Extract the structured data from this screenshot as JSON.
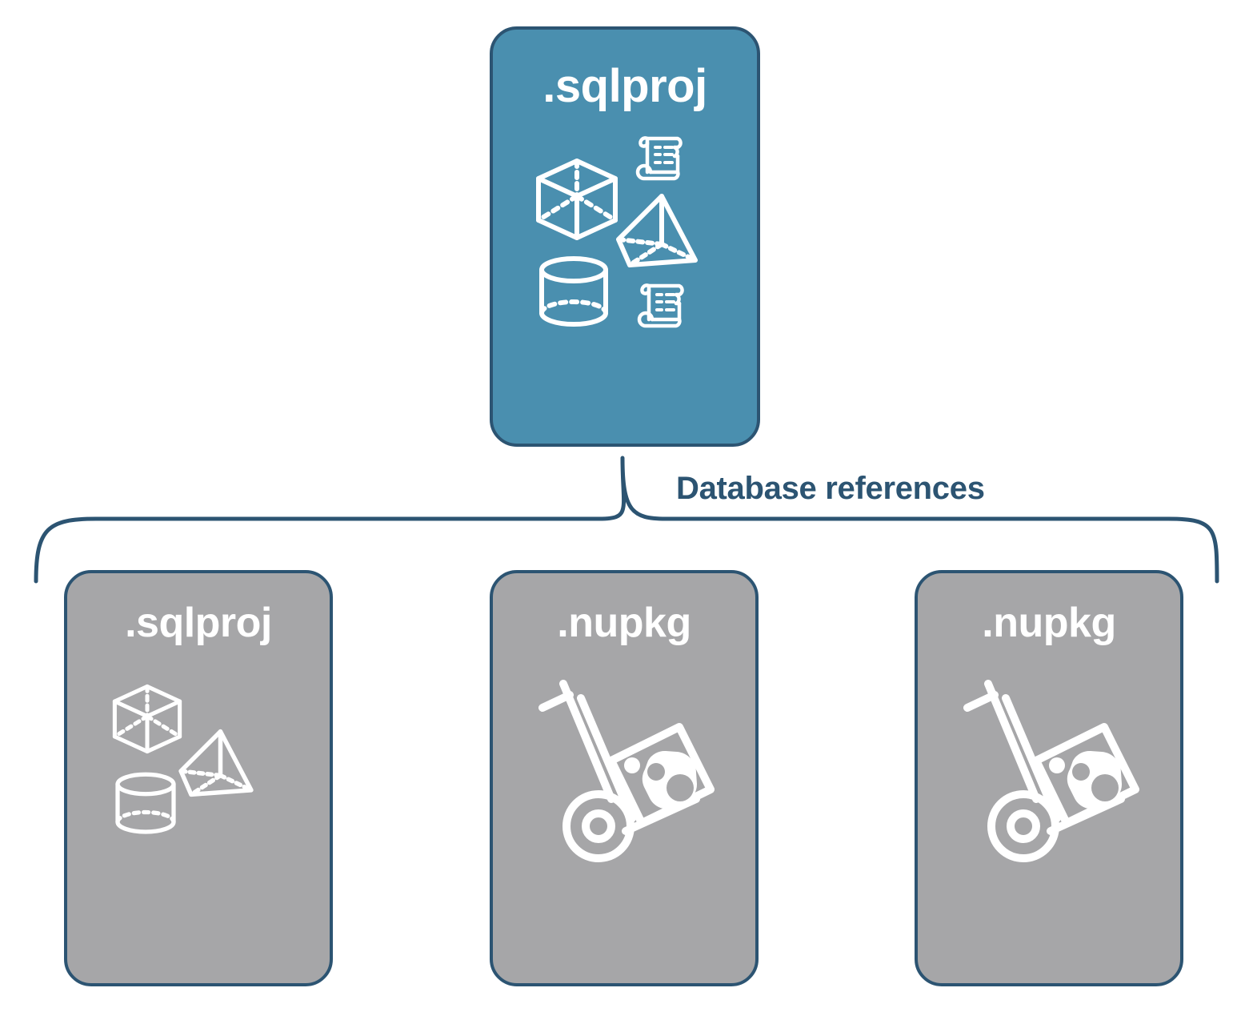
{
  "diagram": {
    "title": "Database references",
    "background_color": "#ffffff",
    "accent_color": "#4A8FAF",
    "outline_color": "#2C5472",
    "muted_color": "#A6A6A8",
    "label_color": "#ffffff"
  },
  "root_node": {
    "label": ".sqlproj",
    "role": "project",
    "fill": "#4A8FAF",
    "icons": [
      "cube-icon",
      "pyramid-icon",
      "cylinder-icon",
      "script-scroll-icon",
      "script-scroll-icon"
    ]
  },
  "connector": {
    "label": "Database references",
    "style": "curly-brace",
    "color": "#2C5472"
  },
  "reference_nodes": [
    {
      "label": ".sqlproj",
      "role": "project-reference",
      "fill": "#A6A6A8",
      "icons": [
        "cube-icon",
        "pyramid-icon",
        "cylinder-icon"
      ]
    },
    {
      "label": ".nupkg",
      "role": "package-reference",
      "fill": "#A6A6A8",
      "icons": [
        "package-dolly-icon"
      ]
    },
    {
      "label": ".nupkg",
      "role": "package-reference",
      "fill": "#A6A6A8",
      "icons": [
        "package-dolly-icon"
      ]
    }
  ]
}
